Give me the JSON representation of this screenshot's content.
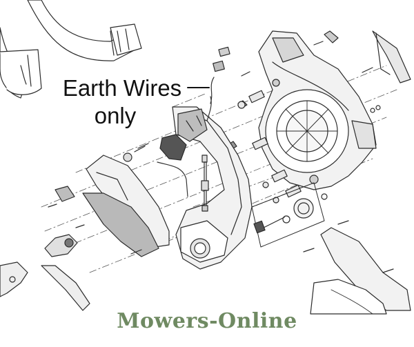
{
  "callout": {
    "line1": "Earth Wires",
    "line2": "only"
  },
  "watermark": {
    "text": "Mowers-Online"
  },
  "colors": {
    "line_art": "#2b2b2b",
    "part_fill": "#f2f2f2",
    "part_fill_dark": "#b9b9b9",
    "watermark": "#6f8a62"
  }
}
